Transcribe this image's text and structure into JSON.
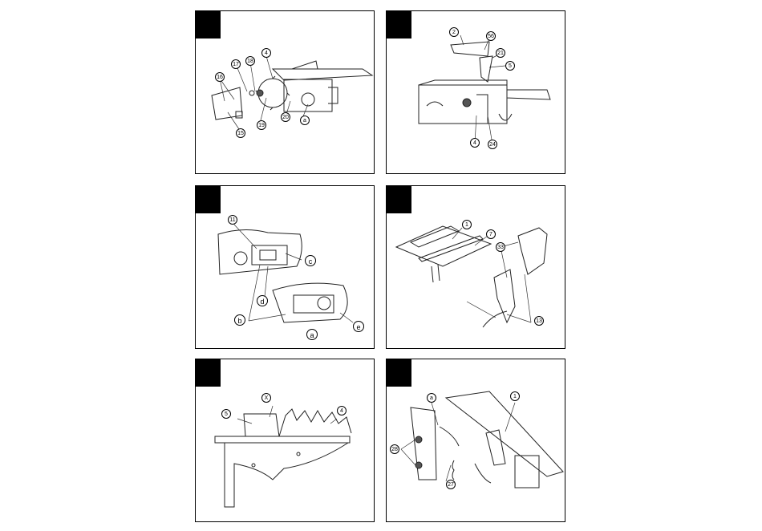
{
  "panels": [
    {
      "id": "p1",
      "callouts": [
        "16",
        "17",
        "18",
        "4",
        "19",
        "20",
        "a",
        "15"
      ]
    },
    {
      "id": "p2",
      "callouts": [
        "2",
        "56",
        "21",
        "5",
        "4",
        "24"
      ]
    },
    {
      "id": "p3",
      "callouts": [
        "11",
        "c",
        "d",
        "b",
        "e",
        "a"
      ]
    },
    {
      "id": "p4",
      "callouts": [
        "1",
        "7",
        "33",
        "13"
      ]
    },
    {
      "id": "p5",
      "callouts": [
        "5",
        "X",
        "4"
      ]
    },
    {
      "id": "p6",
      "callouts": [
        "a",
        "1",
        "28",
        "27"
      ]
    }
  ]
}
